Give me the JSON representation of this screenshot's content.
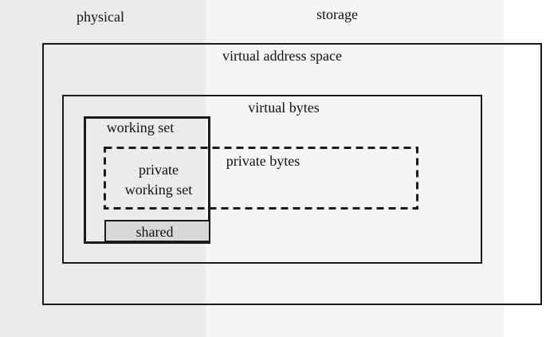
{
  "regions": {
    "physical": {
      "label": "physical",
      "color": "#ebebeb"
    },
    "storage": {
      "label": "storage",
      "color": "#f5f5f5"
    }
  },
  "boxes": {
    "virtual_address_space": {
      "label": "virtual address space",
      "border_style": "solid"
    },
    "virtual_bytes": {
      "label": "virtual bytes",
      "border_style": "solid"
    },
    "working_set": {
      "label": "working set",
      "border_style": "solid-thick"
    },
    "private_bytes": {
      "label": "private bytes",
      "border_style": "dashed"
    },
    "private_working_set": {
      "lines": [
        "private",
        "working set"
      ]
    },
    "shared": {
      "label": "shared",
      "fill": "#d8d8d8"
    }
  },
  "colors": {
    "border": "#1a1a1a",
    "text": "#111111",
    "background_right": "#ffffff"
  }
}
